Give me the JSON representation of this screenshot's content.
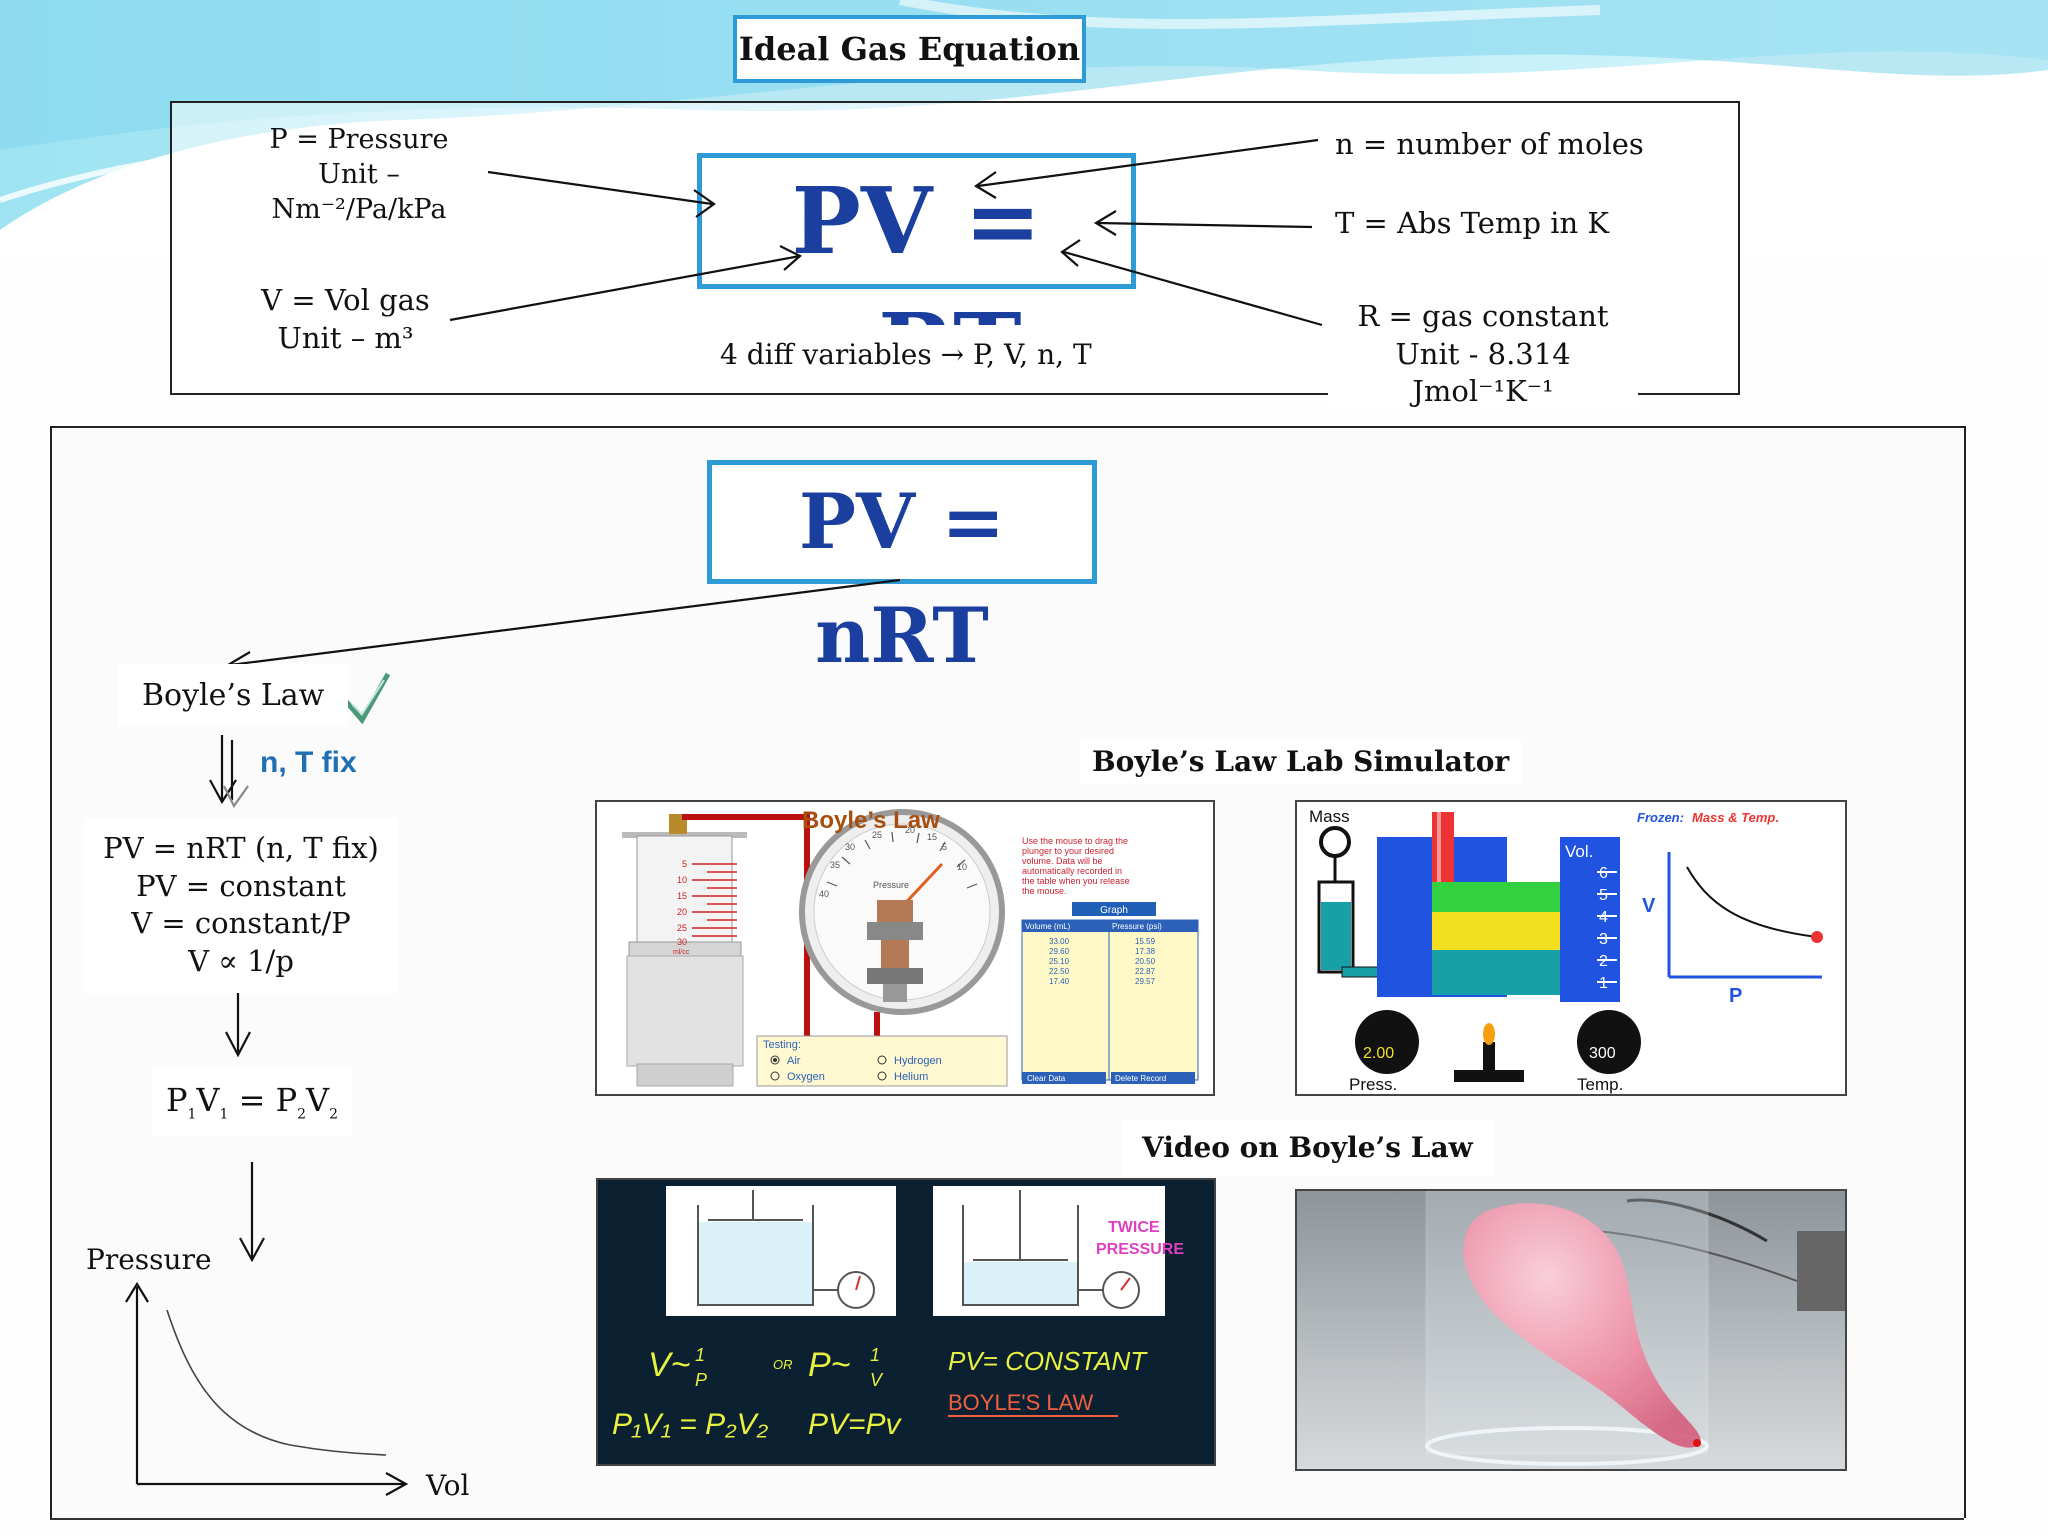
{
  "header": {
    "title": "Ideal Gas Equation"
  },
  "equation_panel": {
    "main_equation": "PV = nRT",
    "p_line1": "P  = Pressure",
    "p_line2": "Unit – Nm⁻²/Pa/kPa",
    "n_label": "n  = number of moles",
    "t_label": "T  = Abs Temp in K",
    "v_line1": "V  = Vol gas",
    "v_line2": "Unit – m³",
    "r_line1": "R =  gas constant",
    "r_line2": "Unit - 8.314 Jmol⁻¹K⁻¹",
    "variables": "4 diff variables → P, V, n, T"
  },
  "boyle_panel": {
    "equation": "PV = nRT",
    "law_title": "Boyle’s Law",
    "condition": "n, T fix",
    "derivation": [
      "PV = nRT (n, T fix)",
      "PV = constant",
      "V = constant/P",
      "V ∝  1/p"
    ],
    "final_eq_parts": [
      "P",
      "1",
      "V",
      "1",
      " = P",
      "2",
      "V",
      "2"
    ],
    "graph_ylabel": "Pressure",
    "graph_xlabel": "Vol",
    "simulator_title": "Boyle’s Law Lab Simulator",
    "video_title": "Video on Boyle’s Law"
  },
  "sim1": {
    "title": "Boyle’s Law",
    "instructions": [
      "Use the mouse to drag the",
      "plunger to your desired",
      "volume. Data will be",
      "automatically recorded in",
      "the table when you release",
      "the mouse."
    ],
    "graph_button": "Graph",
    "col_volume": "Volume (mL)",
    "col_pressure": "Pressure (psi)",
    "volumes": [
      "33.00",
      "29.60",
      "25.10",
      "22.50",
      "17.40"
    ],
    "pressures": [
      "15.59",
      "17.38",
      "20.50",
      "22.87",
      "29.57"
    ],
    "testing_label": "Testing:",
    "gases": [
      "Air",
      "Hydrogen",
      "Oxygen",
      "Helium"
    ],
    "clear_button": "Clear Data",
    "delete_button": "Delete Record",
    "gauge_label": "Pressure",
    "scale": [
      "5",
      "10",
      "15",
      "20",
      "25",
      "30"
    ],
    "unit": "ml/cc",
    "dial": [
      "5",
      "10",
      "15",
      "20",
      "25",
      "30",
      "35",
      "40"
    ]
  },
  "sim2": {
    "mass": "Mass",
    "frozen": "Frozen:",
    "frozen_vars": "Mass  &  Temp.",
    "vol": "Vol.",
    "vol_ticks": [
      "6",
      "5",
      "4",
      "3",
      "2",
      "1"
    ],
    "axis_v": "V",
    "axis_p": "P",
    "press_value": "2.00",
    "press_label": "Press.",
    "temp_value": "300",
    "temp_label": "Temp."
  },
  "video1": {
    "twice": "TWICE",
    "pressure": "PRESSURE",
    "eq1": "V~",
    "or": "OR",
    "eq2": "P~",
    "one": "1",
    "p": "P",
    "v": "V",
    "pv_constant": "PV= CONSTANT",
    "boyles_law": "BOYLE'S LAW",
    "eq3": "P₁V₁ = P₂V₂",
    "eq4": "PV=Pv"
  }
}
